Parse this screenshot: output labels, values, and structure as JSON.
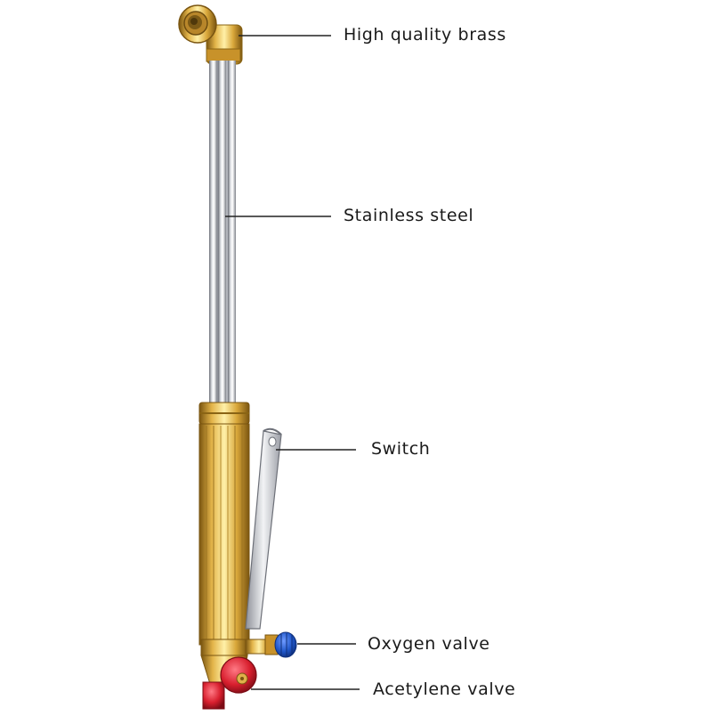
{
  "callouts": {
    "brass": "High quality brass",
    "steel": "Stainless steel",
    "switch": "Switch",
    "oxygen": "Oxygen valve",
    "acetylene": "Acetylene valve"
  },
  "colors": {
    "brass": "#d9a73a",
    "brass_dark": "#8a6414",
    "steel": "#b9bcc3",
    "oxygen_knob": "#1f56c9",
    "acetylene_knob": "#d81f2e",
    "leader_line": "#222222"
  }
}
